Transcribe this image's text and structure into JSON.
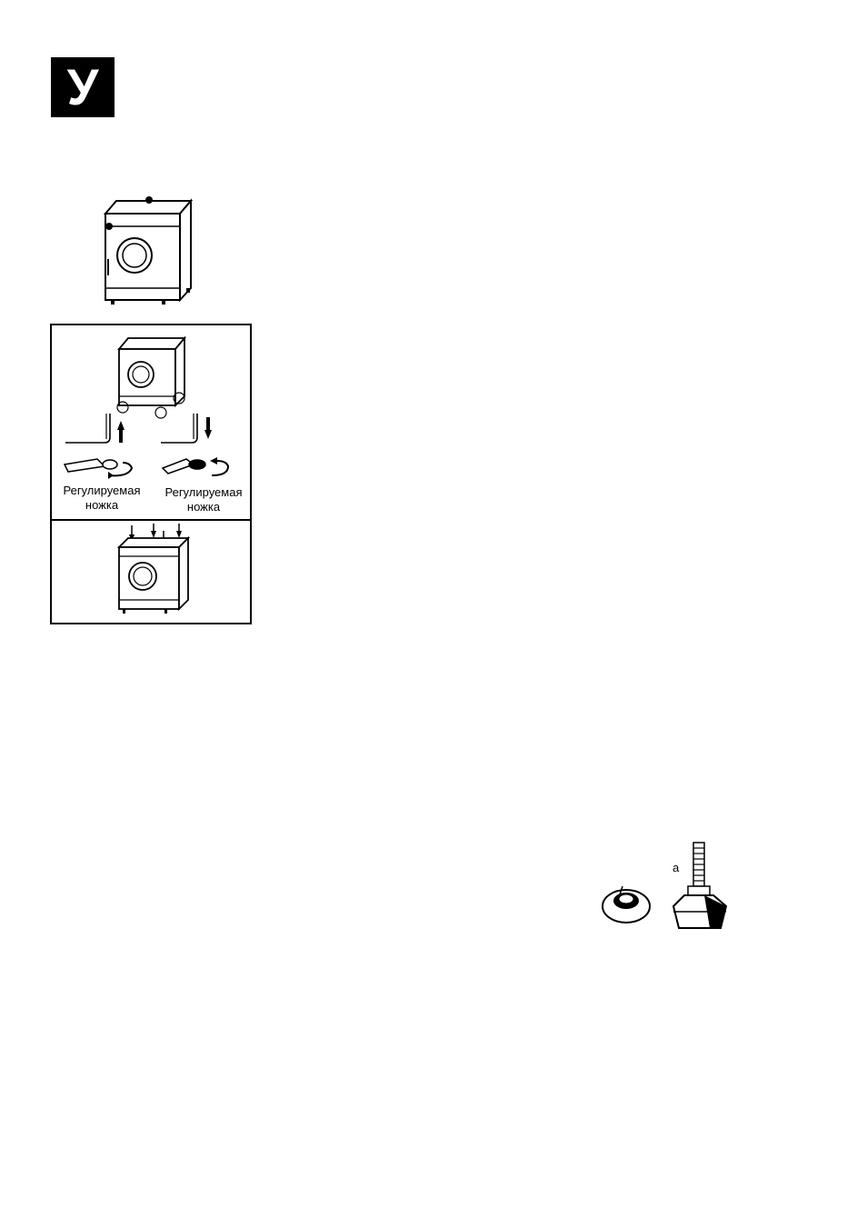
{
  "section": {
    "letter": "У"
  },
  "leveling_figure": {
    "left_caption": "Регулируемая ножка",
    "right_caption": "Регулируемая ножка"
  },
  "parts_figure": {
    "label": "a"
  }
}
